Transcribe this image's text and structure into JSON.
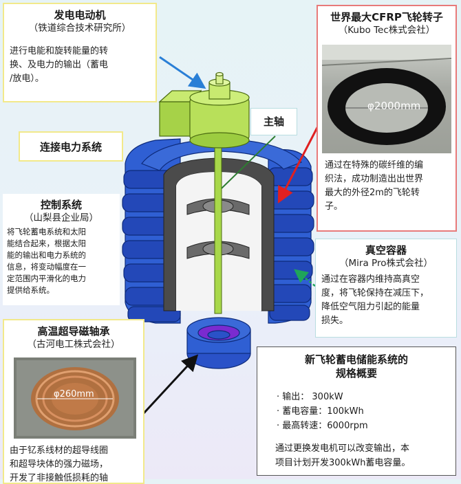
{
  "generator": {
    "title": "发电电动机",
    "org": "（铁道综合技术研究所）",
    "desc_lines": [
      "进行电能和旋转能量的转",
      "换、及电力的输出（蓄电",
      "/放电）。"
    ]
  },
  "grid_connect": {
    "label": "连接电力系统"
  },
  "main_shaft": {
    "label": "主轴"
  },
  "rotor": {
    "title": "世界最大CFRP飞轮转子",
    "org": "（Kubo Tec株式会社）",
    "photo_label": "φ2000mm",
    "desc_lines": [
      "通过在特殊的碳纤维的编",
      "织法，成功制造出出世界",
      "最大的外径2m的飞轮转",
      "子。"
    ]
  },
  "control": {
    "title": "控制系统",
    "org": "（山梨县企业局）",
    "desc_lines": [
      "将飞轮蓄电系统和太阳",
      "能结合起来，根据太阳",
      "能的输出和电力系统的",
      "信息，将变动幅度在一",
      "定范围内平滑化的电力",
      "提供给系统。"
    ]
  },
  "vacuum": {
    "title": "真空容器",
    "org": "（Mira Pro株式会社）",
    "desc_lines": [
      "通过在容器内维持高真空",
      "度，将飞轮保持在减压下，",
      "降低空气阻力引起的能量",
      "损失。"
    ]
  },
  "bearing": {
    "title": "高温超导磁轴承",
    "org": "（古河电工株式会社）",
    "photo_label": "φ260mm",
    "desc_lines": [
      "由于钇系线材的超导线圈",
      "和超导块体的强力磁场，",
      "开发了非接触低损耗的轴"
    ]
  },
  "spec": {
    "title_lines": [
      "新飞轮蓄电储能系统的",
      "规格概要"
    ],
    "items": [
      "· 输出：  300kW",
      "· 蓄电容量：100kWh",
      "· 最高转速：6000rpm"
    ],
    "note_lines": [
      "通过更换发电机可以改变输出，本",
      "项目计划开发300kWh蓄电容量。"
    ]
  },
  "colors": {
    "arrow_blue": "#2a7fd6",
    "arrow_red": "#e02020",
    "arrow_green": "#1fa55a",
    "arrow_black": "#111111",
    "container_blue": "#2a52c8",
    "shaft_green": "#a8d84a"
  }
}
